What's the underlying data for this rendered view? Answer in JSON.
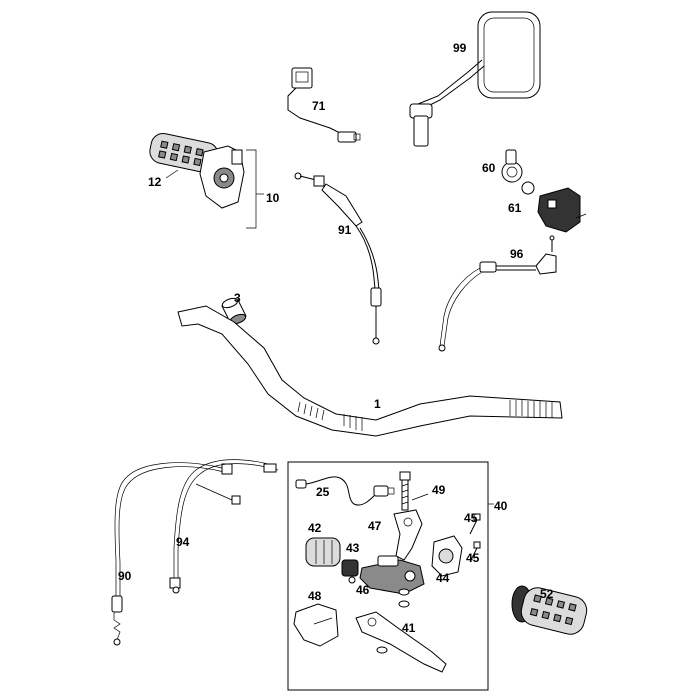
{
  "callouts": {
    "c1": "1",
    "c3": "3",
    "c10": "10",
    "c12": "12",
    "c25": "25",
    "c40": "40",
    "c41": "41",
    "c42": "42",
    "c43": "43",
    "c44": "44",
    "c45a": "45",
    "c45b": "45",
    "c46": "46",
    "c47": "47",
    "c48": "48",
    "c49": "49",
    "c52": "52",
    "c60": "60",
    "c61": "61",
    "c71": "71",
    "c90": "90",
    "c91": "91",
    "c94": "94",
    "c96": "96",
    "c99": "99"
  }
}
